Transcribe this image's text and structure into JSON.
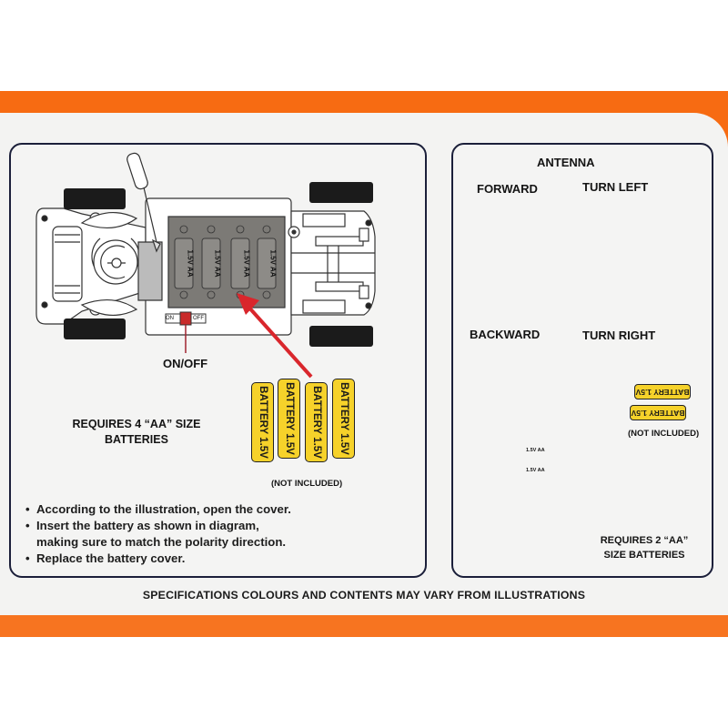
{
  "colors": {
    "orange_band": "#f76b12",
    "panel_border": "#1b1f3a",
    "battery_yellow": "#f6d22a",
    "arrow_red": "#d9262c"
  },
  "left_panel": {
    "switch_on_label": "ON",
    "switch_off_label": "OFF",
    "switch_caption": "ON/OFF",
    "compartment_cells": [
      "1.5V AA",
      "1.5V AA",
      "1.5V AA",
      "1.5V AA"
    ],
    "batteries": [
      "BATTERY 1.5V",
      "BATTERY 1.5V",
      "BATTERY 1.5V",
      "BATTERY 1.5V"
    ],
    "not_included": "(NOT INCLUDED)",
    "requirement_line1": "REQUIRES 4 “AA” SIZE",
    "requirement_line2": "BATTERIES",
    "instructions": [
      "According to the illustration, open the cover.",
      "Insert the battery as shown in diagram,",
      "making sure to match the polarity direction.",
      "Replace the battery cover."
    ]
  },
  "right_panel": {
    "controls": {
      "antenna": "ANTENNA",
      "forward": "FORWARD",
      "turn_left": "TURN LEFT",
      "backward": "BACKWARD",
      "turn_right": "TURN RIGHT"
    },
    "compartment_cells": [
      "1.5V AA",
      "1.5V AA"
    ],
    "batteries": [
      "BATTERY 1.5V",
      "BATTERY 1.5V"
    ],
    "not_included": "(NOT INCLUDED)",
    "requirement_line1": "REQUIRES 2 “AA”",
    "requirement_line2": "SIZE BATTERIES"
  },
  "footer": {
    "disclaimer": "SPECIFICATIONS COLOURS AND CONTENTS MAY VARY FROM  ILLUSTRATIONS"
  }
}
